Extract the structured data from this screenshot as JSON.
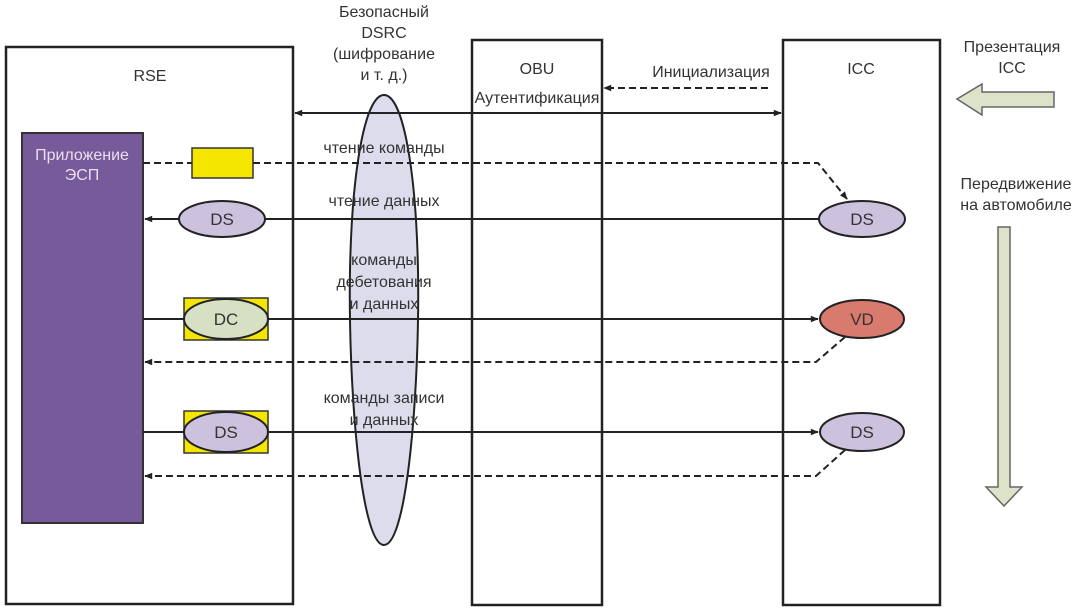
{
  "blocks": {
    "rse": "RSE",
    "obu": "OBU",
    "obu_sub": "Аутентификация",
    "icc": "ICC",
    "app_line1": "Приложение",
    "app_line2": "ЭСП"
  },
  "channel": {
    "line1": "Безопасный",
    "line2": "DSRC",
    "line3": "(шифрование",
    "line4": "и т. д.)"
  },
  "messages": {
    "init": "Инициализация",
    "read_cmd": "чтение команды",
    "read_data": "чтение данных",
    "debit_1": "команды",
    "debit_2": "дебетования",
    "debit_3": "и данных",
    "write_1": "команды записи",
    "write_2": "и данных"
  },
  "nodes": {
    "ds_rse": "DS",
    "ds_icc": "DS",
    "dc_rse": "DC",
    "vd_icc": "VD",
    "ds2_rse": "DS",
    "ds2_icc": "DS"
  },
  "side": {
    "presentation_1": "Презентация",
    "presentation_2": "ICC",
    "movement_1": "Передвижение",
    "movement_2": "на автомобиле"
  },
  "colors": {
    "app": "#775a9a",
    "ds": "#cdc2dd",
    "dc": "#d6e0c2",
    "vd": "#d97a6e",
    "token": "#f5e600",
    "channel": "#dcdcec",
    "arrow_fill": "#dde3c8"
  }
}
